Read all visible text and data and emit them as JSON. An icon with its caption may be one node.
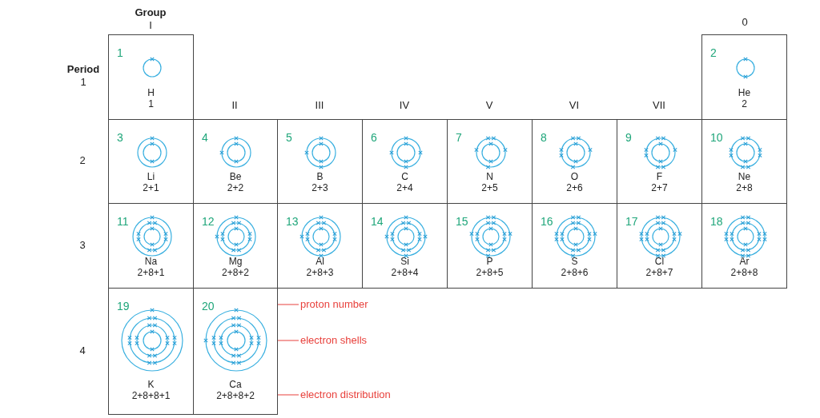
{
  "diagram": {
    "nodes": [
      {
        "text": [
          "1",
          "H",
          "1"
        ]
      },
      {
        "text": [
          "2",
          "He",
          "2"
        ]
      },
      {
        "text": [
          "3",
          "Li",
          "2+1"
        ]
      },
      {
        "text": [
          "4",
          "Be",
          "2+2"
        ]
      },
      {
        "text": [
          "5",
          "B",
          "2+3"
        ]
      },
      {
        "text": [
          "6",
          "C",
          "2+4"
        ]
      },
      {
        "text": [
          "7",
          "N",
          "2+5"
        ]
      },
      {
        "text": [
          "8",
          "O",
          "2+6"
        ]
      },
      {
        "text": [
          "9",
          "F",
          "2+7"
        ]
      },
      {
        "text": [
          "10",
          "Ne",
          "2+8"
        ]
      },
      {
        "text": [
          "11",
          "Na",
          "2+8+1"
        ]
      },
      {
        "text": [
          "12",
          "Mg",
          "2+8+2"
        ]
      },
      {
        "text": [
          "13",
          "Al",
          "2+8+3"
        ]
      },
      {
        "text": [
          "14",
          "Si",
          "2+8+4"
        ]
      },
      {
        "text": [
          "15",
          "P",
          "2+8+5"
        ]
      },
      {
        "text": [
          "16",
          "S",
          "2+8+6"
        ]
      },
      {
        "text": [
          "17",
          "Cl",
          "2+8+7"
        ]
      },
      {
        "text": [
          "18",
          "Ar",
          "2+8+8"
        ]
      },
      {
        "text": [
          "19",
          "K",
          "2+8+8+1"
        ]
      },
      {
        "text": [
          "20",
          "Ca",
          "2+8+8+2"
        ]
      },
      {
        "text": [],
        "shape": "picture",
        "in": 19
      },
      {
        "text": [
          "proton number"
        ]
      },
      {
        "text": [
          "electron shells"
        ]
      },
      {
        "text": [
          "electron distribution"
        ]
      }
    ],
    "edges": [
      {
        "from": 21,
        "to": null,
        "arrow": "none"
      },
      {
        "from": 22,
        "to": 20,
        "arrow": "none"
      },
      {
        "from": 23,
        "to": null,
        "arrow": "none"
      }
    ],
    "labels": [
      "**Group** I",
      "0",
      "**Period** 1",
      "II",
      "III",
      "IV",
      "V",
      "VI",
      "VII",
      "2",
      "3",
      "4"
    ]
  }
}
